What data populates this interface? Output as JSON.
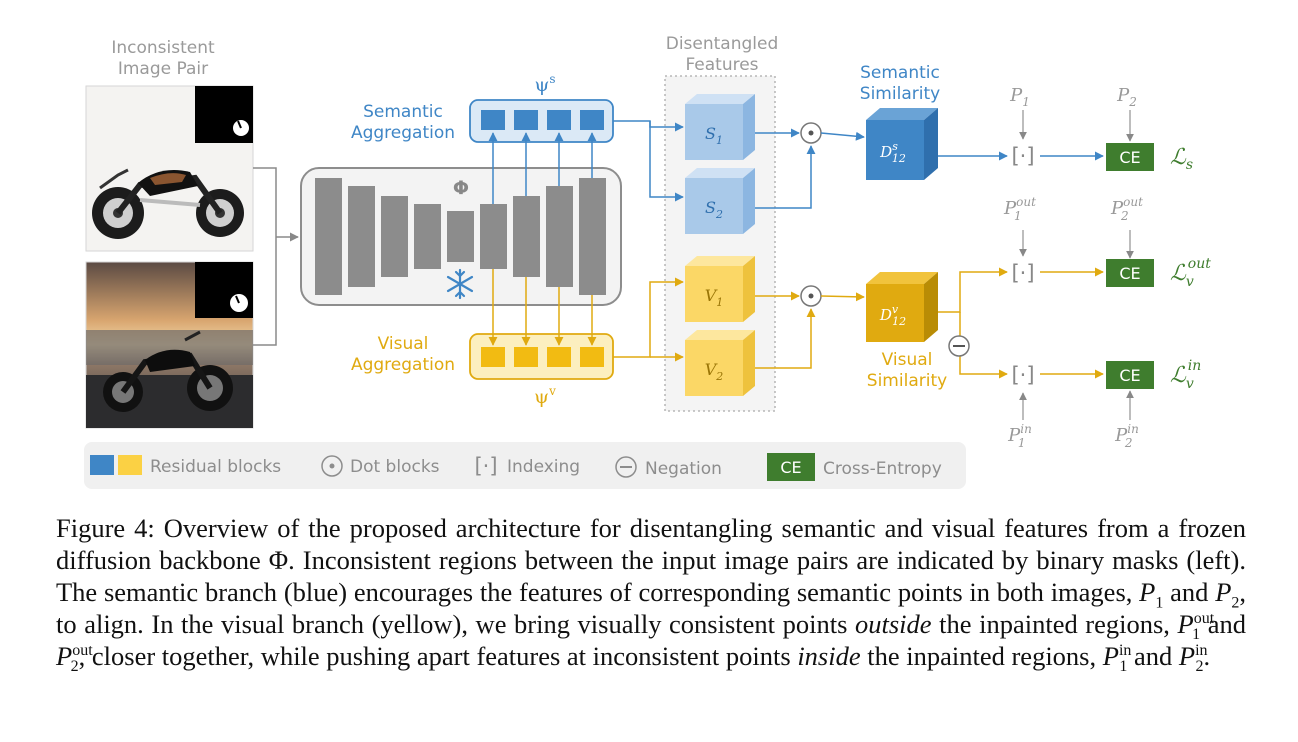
{
  "colors": {
    "blue": "#3f86c6",
    "blue_light": "#a9c9e9",
    "blue_dark": "#2f6fad",
    "yellow": "#e0aa10",
    "yellow_light": "#fbd766",
    "yellow_dark": "#d3a209",
    "green": "#3f7d2e",
    "gray_block": "#8c8c8c",
    "gray_text": "#9a9a9a"
  },
  "labels": {
    "image_pair_line1": "Inconsistent",
    "image_pair_line2": "Image Pair",
    "features_line1": "Disentangled",
    "features_line2": "Features",
    "semantic_agg_line1": "Semantic",
    "semantic_agg_line2": "Aggregation",
    "visual_agg_line1": "Visual",
    "visual_agg_line2": "Aggregation",
    "psi_s": "ψ",
    "psi_s_sup": "s",
    "psi_v": "ψ",
    "psi_v_sup": "v",
    "phi": "Φ",
    "sem_sim_line1": "Semantic",
    "sem_sim_line2": "Similarity",
    "vis_sim_line1": "Visual",
    "vis_sim_line2": "Similarity",
    "ce": "CE"
  },
  "math": {
    "S1": "S",
    "S1_sub": "1",
    "S2": "S",
    "S2_sub": "2",
    "V1": "V",
    "V1_sub": "1",
    "V2": "V",
    "V2_sub": "2",
    "Ds": "D",
    "Ds_sup": "s",
    "Ds_sub": "12",
    "Dv": "D",
    "Dv_sup": "v",
    "Dv_sub": "12",
    "P1": "P",
    "P1_sub": "1",
    "P2": "P",
    "P2_sub": "2",
    "P1out": "P",
    "P1out_sup": "out",
    "P1out_sub": "1",
    "P2out": "P",
    "P2out_sup": "out",
    "P2out_sub": "2",
    "P1in": "P",
    "P1in_sup": "in",
    "P1in_sub": "1",
    "P2in": "P",
    "P2in_sup": "in",
    "P2in_sub": "2",
    "Ls": "ℒ",
    "Ls_sub": "s",
    "Lvout": "ℒ",
    "Lvout_sub": "v",
    "Lvout_sup": "out",
    "Lvin": "ℒ",
    "Lvin_sub": "v",
    "Lvin_sup": "in",
    "indexing": "[·]",
    "dot": "⊙",
    "neg": "⊖"
  },
  "legend": {
    "residual": "Residual blocks",
    "dot": "Dot blocks",
    "indexing": "Indexing",
    "negation": "Negation",
    "ce_box": "CE",
    "ce_label": "Cross-Entropy"
  },
  "caption": {
    "p1": "Figure 4: Overview of the proposed architecture for disentangling semantic and visual features from a frozen diffusion backbone Φ. Inconsistent regions between the input image pairs are indicated by binary masks (left). The semantic branch (blue) encourages the features of corresponding semantic points in both images, ",
    "P": "P",
    "sub1": "1",
    "and": " and ",
    "sub2": "2",
    "p2": ", to align. In the visual branch (yellow), we bring visually consistent points ",
    "outside": "outside",
    "p3": " the inpainted regions, ",
    "out": "out",
    "p4": ", closer together, while pushing apart features at inconsistent points ",
    "inside": "inside",
    "p5": " the inpainted regions, ",
    "in": "in",
    "p6": "."
  }
}
